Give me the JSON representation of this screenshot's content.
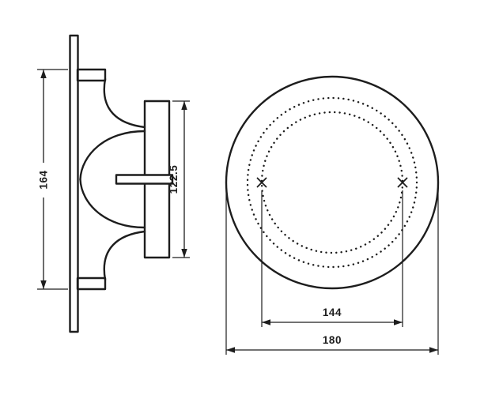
{
  "colors": {
    "line": "#1d1d1d",
    "background": "#ffffff"
  },
  "side_view": {
    "overall_height_dim": "164",
    "depth_dim": "122.5"
  },
  "front_view": {
    "mounting_circle_dim": "144",
    "outer_diameter_dim": "180"
  }
}
